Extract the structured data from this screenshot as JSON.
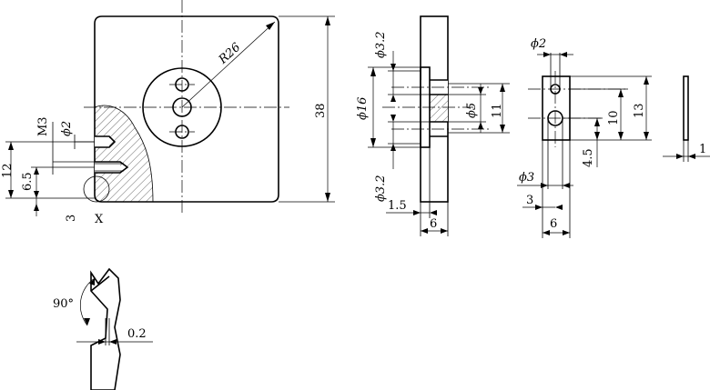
{
  "front_view": {
    "radius_label": "R26",
    "height_label": "38",
    "thread_label": "M3",
    "hole_label": "ϕ2",
    "dim_12": "12",
    "dim_6_5": "6.5",
    "dim_3": "3",
    "detail_marker": "X"
  },
  "side_view": {
    "hole_top_label": "ϕ3.2",
    "boss_label": "ϕ16",
    "hole_bottom_label": "ϕ3.2",
    "bore_label": "ϕ5",
    "dim_11": "11",
    "dim_1_5": "1.5",
    "dim_6": "6"
  },
  "block_view": {
    "small_hole_label": "ϕ2",
    "large_hole_label": "ϕ3",
    "dim_10": "10",
    "dim_13": "13",
    "dim_4_5": "4.5",
    "dim_3": "3",
    "dim_6": "6"
  },
  "plate_view": {
    "thickness_label": "1"
  },
  "detail_view": {
    "angle_label": "90°",
    "depth_label": "0.2"
  }
}
